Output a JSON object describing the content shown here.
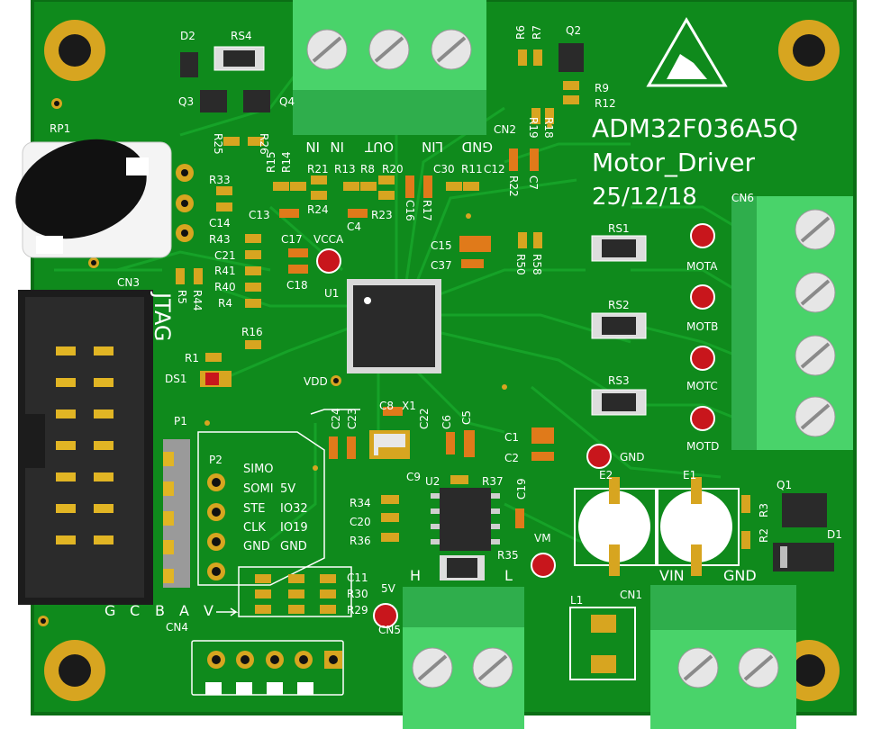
{
  "board": {
    "title_line1": "ADM32F036A5Q",
    "title_line2": "Motor_Driver",
    "date": "25/12/18",
    "jtag_label": "JTAG",
    "colors": {
      "pcb": "#0f8a1c",
      "pcb_dark": "#0b6e15",
      "trace": "#17a52a",
      "silk": "#ffffff",
      "terminal": "#49d36a",
      "terminal_dark": "#2fae4c",
      "pad_gold": "#d7a520",
      "ic": "#2a2a2a",
      "test_point": "#c8161c"
    }
  },
  "refs": {
    "D2": "D2",
    "RS4": "RS4",
    "Q2": "Q2",
    "Q3": "Q3",
    "Q4": "Q4",
    "R6": "R6",
    "R7": "R7",
    "R9": "R9",
    "R12": "R12",
    "R19": "R19",
    "R18": "R18",
    "CN2": "CN2",
    "RP1": "RP1",
    "R25": "R25",
    "R26": "R26",
    "R15": "R15",
    "R14": "R14",
    "R21": "R21",
    "R13": "R13",
    "R8": "R8",
    "R20": "R20",
    "C30": "C30",
    "R11": "R11",
    "C12": "C12",
    "R22": "R22",
    "C7": "C7",
    "R33": "R33",
    "C14": "C14",
    "R24": "R24",
    "R23": "R23",
    "C13": "C13",
    "C4": "C4",
    "C16": "C16",
    "R17": "R17",
    "CN6": "CN6",
    "R43": "R43",
    "C21": "C21",
    "R41": "R41",
    "R40": "R40",
    "R4": "R4",
    "C17": "C17",
    "VCCA": "VCCA",
    "C18": "C18",
    "C15": "C15",
    "C37": "C37",
    "R50": "R50",
    "R58": "R58",
    "RS1": "RS1",
    "RS2": "RS2",
    "RS3": "RS3",
    "MOTA": "MOTA",
    "MOTB": "MOTB",
    "MOTC": "MOTC",
    "MOTD": "MOTD",
    "CN3": "CN3",
    "R5": "R5",
    "R44": "R44",
    "U1": "U1",
    "R16": "R16",
    "R1": "R1",
    "DS1": "DS1",
    "VDD": "VDD",
    "C24": "C24",
    "C23": "C23",
    "C8": "C8",
    "X1": "X1",
    "C22": "C22",
    "C6": "C6",
    "C5": "C5",
    "C1": "C1",
    "C2": "C2",
    "GND_TP": "GND",
    "P1": "P1",
    "P2": "P2",
    "C9": "C9",
    "U2": "U2",
    "R37": "R37",
    "C19": "C19",
    "E2": "E2",
    "E1": "E1",
    "Q1": "Q1",
    "R3": "R3",
    "R2": "R2",
    "D1": "D1",
    "R34": "R34",
    "C20": "C20",
    "R36": "R36",
    "R35": "R35",
    "VM": "VM",
    "C11": "C11",
    "R30": "R30",
    "R29": "R29",
    "V5": "5V",
    "CN5": "CN5",
    "CN4": "CN4",
    "CN1": "CN1",
    "L1": "L1"
  },
  "cn2_labels": [
    "IN",
    "IN",
    "OUT",
    "LIN",
    "GND"
  ],
  "p2_labels": [
    [
      "SIMO",
      ""
    ],
    [
      "SOMI",
      "5V"
    ],
    [
      "STE",
      "IO32"
    ],
    [
      "CLK",
      "IO19"
    ],
    [
      "GND",
      "GND"
    ]
  ],
  "cn4_pins": [
    "G",
    "C",
    "B",
    "A",
    "V"
  ],
  "cn5_labels": [
    "H",
    "L"
  ],
  "cn1_labels": [
    "VIN",
    "GND"
  ]
}
